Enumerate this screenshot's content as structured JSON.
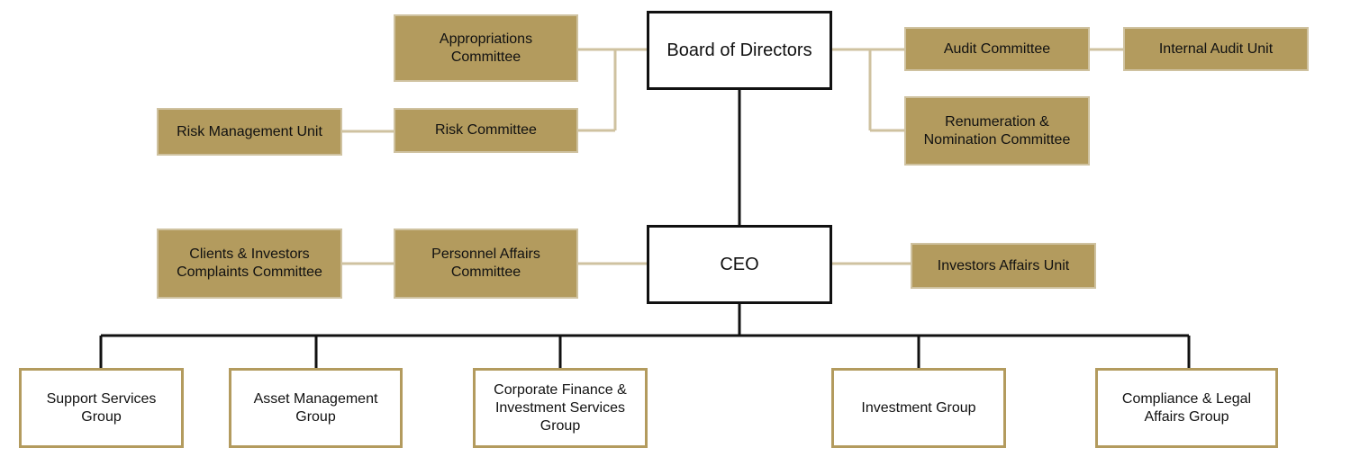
{
  "board": {
    "label": "Board of Directors"
  },
  "ceo": {
    "label": "CEO"
  },
  "committees": {
    "appropriations": "Appropriations\nCommittee",
    "risk_committee": "Risk Committee",
    "risk_management_unit": "Risk Management Unit",
    "audit_committee": "Audit Committee",
    "internal_audit_unit": "Internal Audit Unit",
    "renumeration_nomination": "Renumeration &\nNomination Committee",
    "clients_investors_complaints": "Clients & Investors\nComplaints Committee",
    "personnel_affairs": "Personnel Affairs\nCommittee",
    "investors_affairs_unit": "Investors Affairs Unit"
  },
  "groups": [
    "Support Services\nGroup",
    "Asset Management\nGroup",
    "Corporate Finance &\nInvestment Services\nGroup",
    "Investment Group",
    "Compliance & Legal\nAffairs Group"
  ],
  "colors": {
    "gold_fill": "#b39b5e",
    "gold_line": "#cfc2a0",
    "main_border": "#111111",
    "connector_dark": "#111111"
  }
}
